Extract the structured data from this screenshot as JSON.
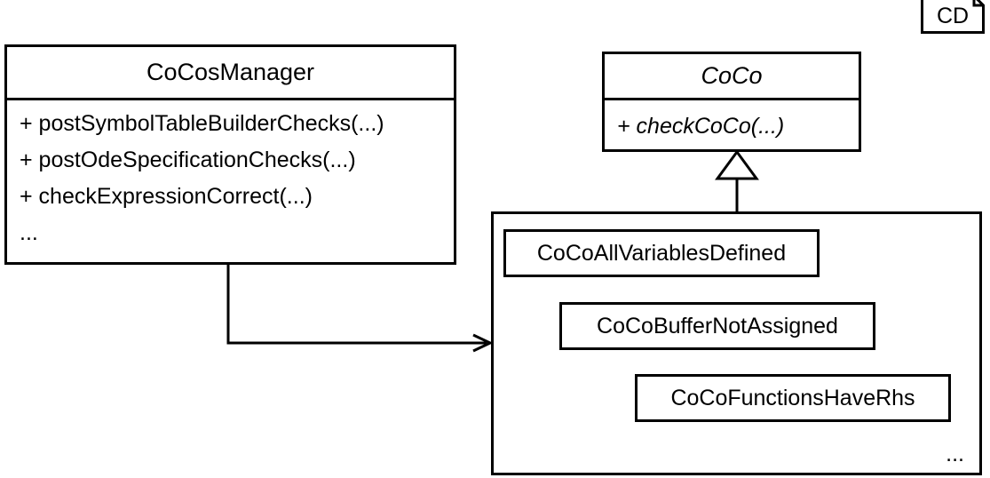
{
  "diagram": {
    "type": "uml-class-diagram",
    "tag": {
      "label": "CD",
      "icon": "note-folded-corner-icon"
    },
    "classes": [
      {
        "id": "cocosmanager",
        "name": "CoCosManager",
        "abstract": false,
        "members": [
          "+ postSymbolTableBuilderChecks(...)",
          "+ postOdeSpecificationChecks(...)",
          "+ checkExpressionCorrect(...)",
          "..."
        ]
      },
      {
        "id": "coco",
        "name": "CoCo",
        "abstract": true,
        "members": [
          "+ checkCoCo(...)"
        ]
      }
    ],
    "container": {
      "id": "coco-container",
      "ellipsis": "...",
      "subclasses": [
        {
          "id": "sub-allvars",
          "name": "CoCoAllVariablesDefined"
        },
        {
          "id": "sub-buffer",
          "name": "CoCoBufferNotAssigned"
        },
        {
          "id": "sub-functions",
          "name": "CoCoFunctionsHaveRhs"
        }
      ]
    },
    "relations": [
      {
        "id": "dependency-manager-to-container",
        "kind": "association-open-arrow",
        "from": "CoCosManager",
        "to": "coco-container"
      },
      {
        "id": "generalization-container-to-coco",
        "kind": "generalization-hollow-triangle",
        "from": "coco-container",
        "to": "CoCo"
      }
    ],
    "colors": {
      "stroke": "#000000",
      "fill": "#ffffff",
      "text": "#000000"
    }
  }
}
